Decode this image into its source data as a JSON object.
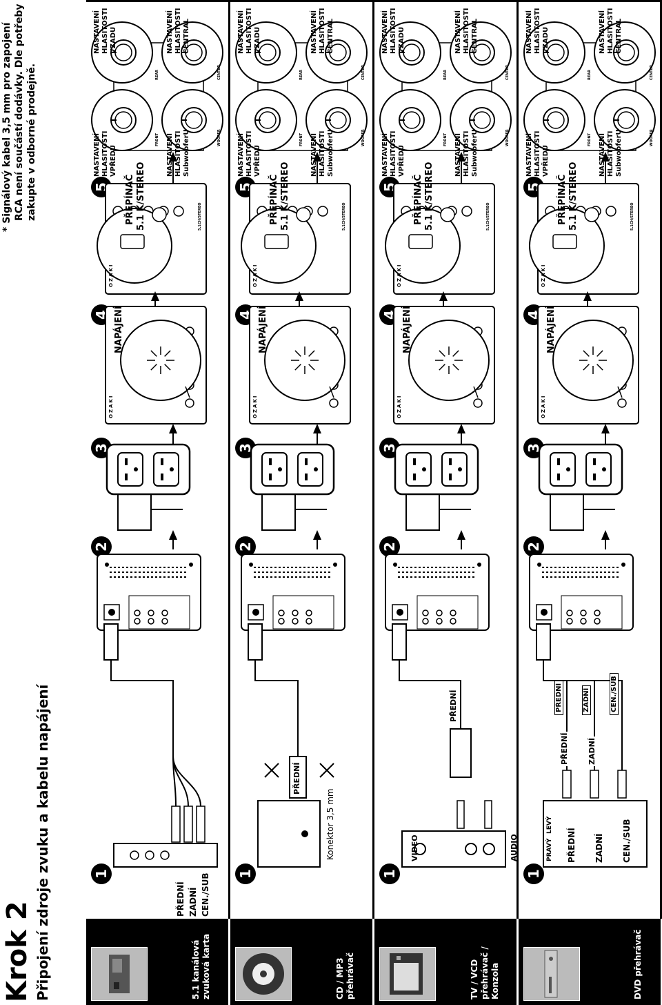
{
  "header": {
    "title": "Krok 2",
    "subtitle": "Připojení zdroje zvuku a kabelu napájení",
    "note_line1": "* Signálový kabel 3,5 mm pro zapojení",
    "note_line2": "RCA není součástí dodávky. Dle potřeby",
    "note_line3": "zakupte v odborné prodejně."
  },
  "steps": [
    "1",
    "2",
    "3",
    "4",
    "5"
  ],
  "rows": [
    {
      "title_line1": "5.1 kanálová",
      "title_line2": "zvuková karta",
      "source_labels": [
        "PŘEDNÍ",
        "ZADNÍ",
        "CEN./SUB"
      ],
      "switch_line1": "PŘEPÍNAČ",
      "switch_line2": "5.1 K/STEREO"
    },
    {
      "title_line1": "CD / MP3",
      "title_line2": "přehrávač",
      "plug_label": "PŘEDNÍ",
      "connector": "Konektor 3,5 mm",
      "switch_line1": "PŘEPÍNAČ",
      "switch_line2": "5.1 K/STEREO"
    },
    {
      "title_line1": "TV / VCD",
      "title_line2": "přehrávač /",
      "title_line3": "Konzola",
      "jack_video": "VIDEO",
      "jack_audio": "AUDIO",
      "plug_label": "PŘEDNÍ",
      "switch_line1": "PŘEPÍNAČ",
      "switch_line2": "5.1 K/STEREO"
    },
    {
      "title_line1": "DVD přehrávač",
      "right": "PRAVÝ",
      "left": "LEVÝ",
      "source_labels": [
        "PŘEDNÍ",
        "ZADNÍ",
        "CEN./SUB"
      ],
      "mid_labels": [
        "PŘEDNÍ",
        "ZADNÍ"
      ],
      "plug_labels": [
        "PŘEDNÍ",
        "ZADNÍ",
        "CEN./SUB"
      ],
      "switch_line1": "PŘEPÍNAČ",
      "switch_line2": "5.1 K/STEREO"
    }
  ],
  "common": {
    "power": "NAPÁJENÍ",
    "brand": "OZAKI",
    "knob_front": "NASTAVENÍ HLASITOSTI VPŘEDU",
    "knob_rear": "NASTAVENÍ HLASITOSTI VZADU",
    "knob_sub": "NASTAVENÍ HLASITOSTI SubwooferU",
    "knob_center": "NASTAVENÍ HLASITOSTI CENTRAL",
    "tiny_front": "FRONT",
    "tiny_rear": "REAR",
    "tiny_woofer": "WOOFER",
    "tiny_center": "CENTER",
    "tiny_mode": "5.1CH/STEREO"
  }
}
